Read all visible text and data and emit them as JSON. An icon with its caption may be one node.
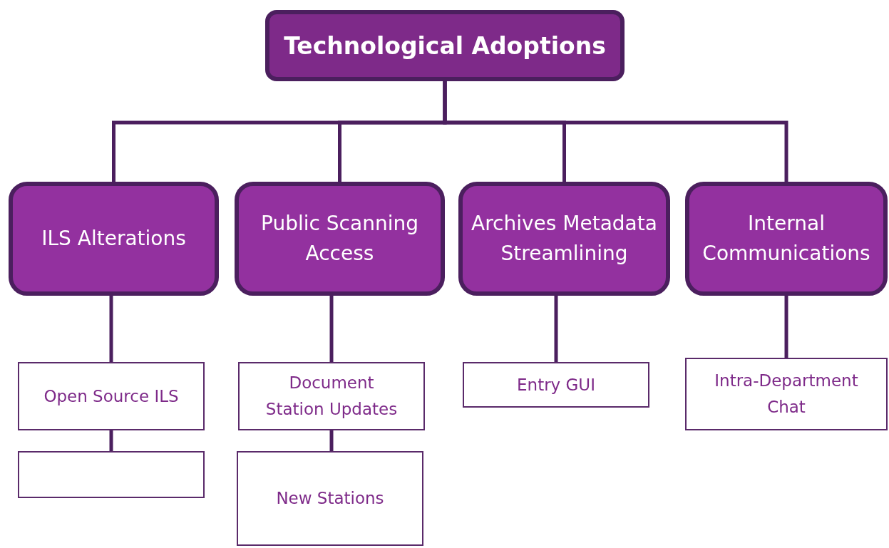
{
  "diagram": {
    "nodes": [
      {
        "text": [
          "Technological Adoptions"
        ]
      },
      {
        "text": [
          "ILS Alterations"
        ]
      },
      {
        "text": [
          "Public Scanning Access"
        ]
      },
      {
        "text": [
          "Archives Metadata Streamlining"
        ]
      },
      {
        "text": [
          "Internal Communications"
        ]
      },
      {
        "text": [
          "Open Source ILS"
        ]
      },
      {
        "text": [],
        "shape": "box"
      },
      {
        "text": [
          "Document Station Updates"
        ]
      },
      {
        "text": [
          "New Stations"
        ]
      },
      {
        "text": [
          "Entry GUI"
        ]
      },
      {
        "text": [
          "Intra-Department Chat"
        ]
      }
    ],
    "edges": [
      {
        "from": 0,
        "to": 1,
        "arrow": "none"
      },
      {
        "from": 0,
        "to": 2,
        "arrow": "none"
      },
      {
        "from": 0,
        "to": 3,
        "arrow": "none"
      },
      {
        "from": 0,
        "to": 4,
        "arrow": "none"
      },
      {
        "from": 1,
        "to": 5,
        "arrow": "none"
      },
      {
        "from": 5,
        "to": 6,
        "arrow": "none"
      },
      {
        "from": 2,
        "to": 7,
        "arrow": "none"
      },
      {
        "from": 7,
        "to": 8,
        "arrow": "none"
      },
      {
        "from": 3,
        "to": 9,
        "arrow": "none"
      },
      {
        "from": 4,
        "to": 10,
        "arrow": "none"
      }
    ]
  }
}
